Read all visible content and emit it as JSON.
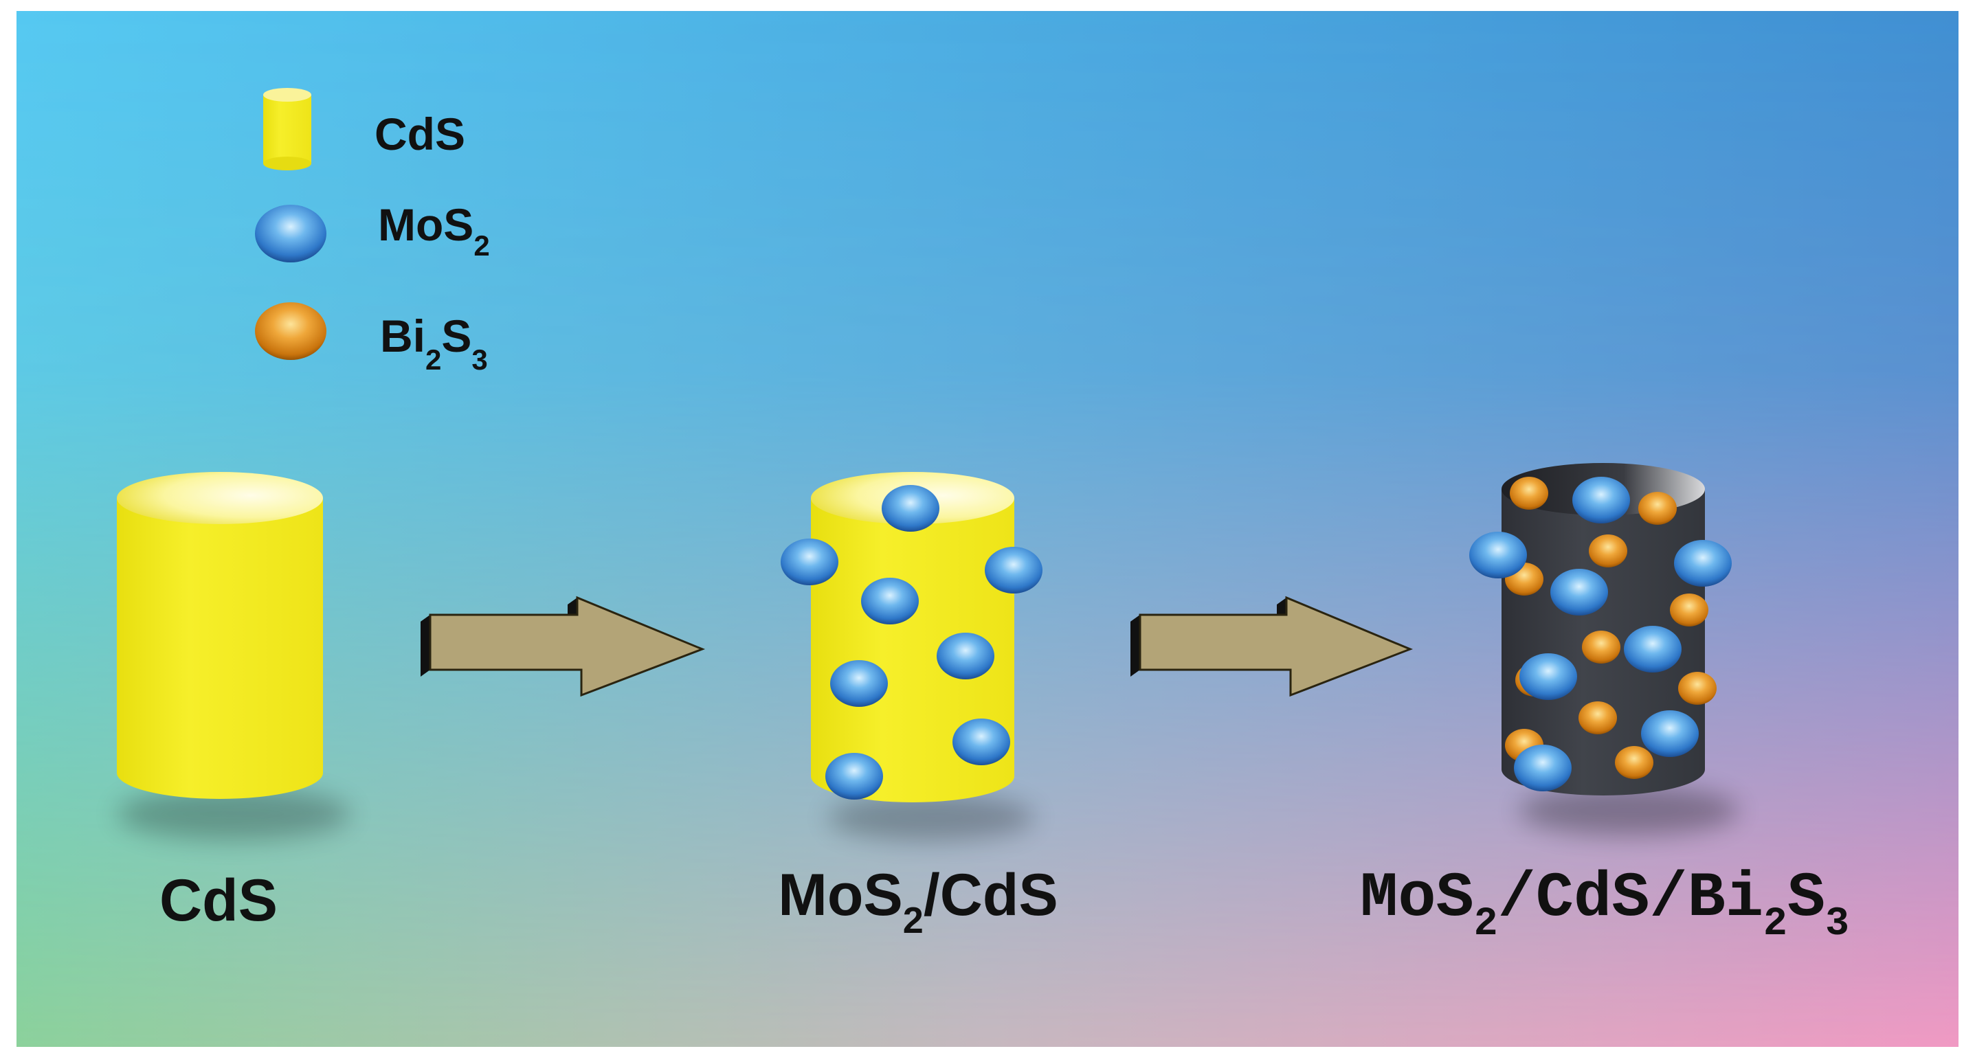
{
  "legend": {
    "items": [
      {
        "key": "cds",
        "label_main": "CdS",
        "label_sub": "",
        "label_tail": "",
        "label_sub2": "",
        "icon": "yellow-cylinder-icon"
      },
      {
        "key": "mos2",
        "label_main": "MoS",
        "label_sub": "2",
        "label_tail": "",
        "label_sub2": "",
        "icon": "blue-sphere-icon"
      },
      {
        "key": "bi2s3",
        "label_main": "Bi",
        "label_sub": "2",
        "label_tail": "S",
        "label_sub2": "3",
        "icon": "orange-sphere-icon"
      }
    ]
  },
  "stages": [
    {
      "key": "cds",
      "parts": [
        "CdS"
      ],
      "subs": []
    },
    {
      "key": "mos2-cds",
      "parts": [
        "MoS",
        "/CdS"
      ],
      "subs": [
        "2"
      ]
    },
    {
      "key": "mos2-cds-bi2s3",
      "parts": [
        "MoS",
        "/CdS/Bi",
        "S"
      ],
      "subs": [
        "2",
        "2",
        "3"
      ]
    }
  ],
  "colors": {
    "cds_yellow": "#f2ea1c",
    "mos2_blue": "#3f8fd8",
    "bi2s3_orange": "#e0901a",
    "composite_dark": "#3a3d44",
    "arrow_fill": "#b3a477",
    "bg_top_left": "#55c8f2",
    "bg_top_right": "#3f8fd2",
    "bg_bottom_left": "#8dd29a",
    "bg_bottom_right": "#f49ac3"
  }
}
